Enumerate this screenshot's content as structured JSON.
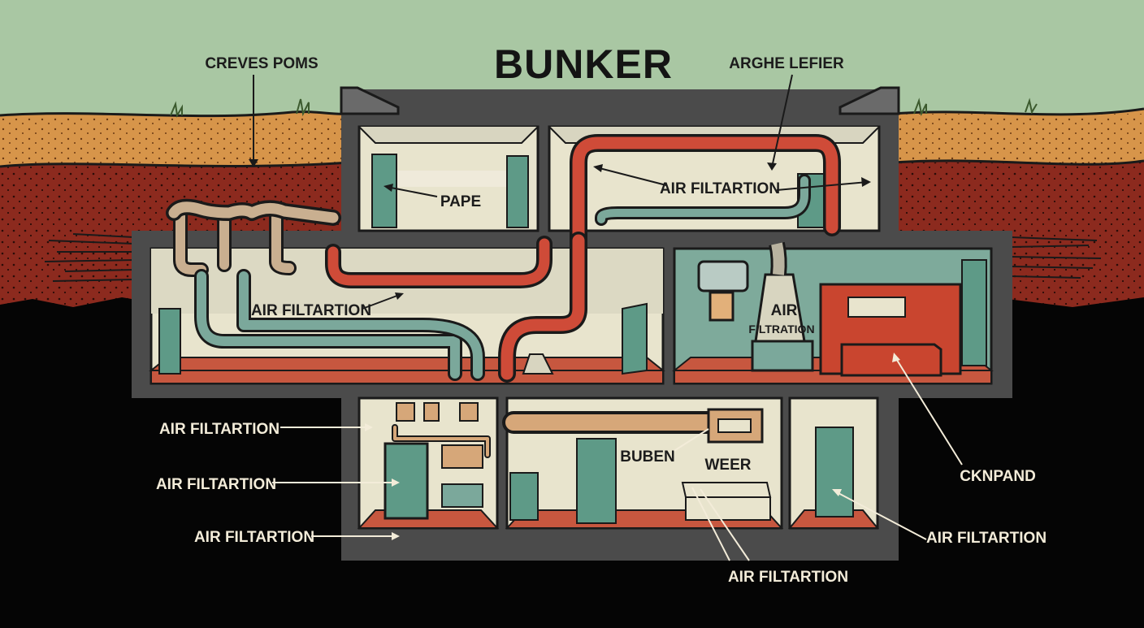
{
  "title": "BUNKER",
  "labels": {
    "creves_poms": "CREVES POMS",
    "arghe_lefier": "ARGHE LEFIER",
    "pape": "PAPE",
    "air_filtration_top": "AIR FILTARTION",
    "air_filtration_main": "AIR FILTARTION",
    "air_filtration_unit_line1": "AIR",
    "air_filtration_unit_line2": "FILTRATION",
    "left_1": "AIR FILTARTION",
    "left_2": "AIR FILTARTION",
    "left_3": "AIR FILTARTION",
    "buben": "BUBEN",
    "weer": "WEER",
    "ckhpand": "CKNPAND",
    "bottom_right": "AIR FILTARTION",
    "bottom_center": "AIR FILTARTION"
  },
  "colors": {
    "sky": "#a9c7a3",
    "topsoil": "#d7954a",
    "red_soil": "#8c2a1e",
    "ground": "#050505",
    "wall": "#4b4b4b",
    "room_wall": "#d8d5c0",
    "room_floor": "#e8e4cd",
    "floor_red": "#c7573f",
    "pipe_teal": "#7ba89b",
    "pipe_red": "#cf4b38",
    "pipe_tan": "#c9af90",
    "teal_fixture": "#5e9a87",
    "red_box": "#c9452f"
  }
}
